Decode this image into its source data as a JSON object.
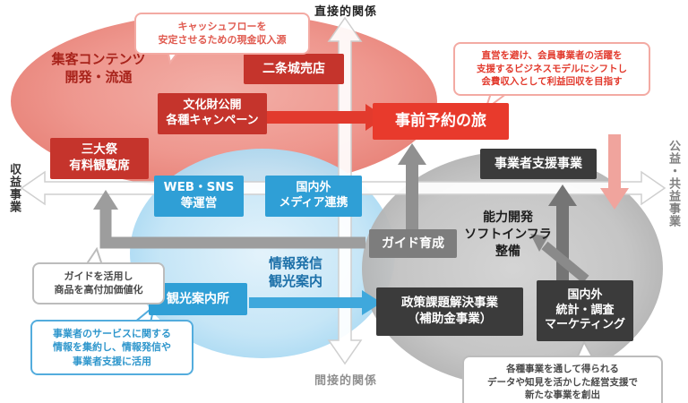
{
  "axis": {
    "top": "直接的関係",
    "bottom": "間接的関係",
    "left": "収益事業",
    "right": "公益・共益事業"
  },
  "zones": {
    "attract_label": "集客コンテンツ\n開発・流通",
    "info_label": "情報発信\n観光案内",
    "capability_label": "能力開発\nソフトインフラ\n整備"
  },
  "boxes": {
    "nijo_shop": "二条城売店",
    "cultural_campaign": "文化財公開\n各種キャンペーン",
    "three_festivals": "三大祭\n有料観覧席",
    "prebooked_travel": "事前予約の旅",
    "web_sns": "WEB・SNS\n等運営",
    "media": "国内外\nメディア連携",
    "tourist_info": "観光案内所",
    "operator_support": "事業者支援事業",
    "guide_training": "ガイド育成",
    "policy_projects": "政策課題解決事業\n（補助金事業）",
    "statistics": "国内外\n統計・調査\nマーケティング"
  },
  "callouts": {
    "cashflow": "キャッシュフローを\n安定させるための現金収入源",
    "business_model": "直営を避け、会員事業者の活躍を\n支援するビジネスモデルにシフトし\n会費収入として利益回収を目指す",
    "guide_value": "ガイドを活用し\n商品を高付加価値化",
    "service_data": "事業者のサービスに関する\n情報を集約し、情報発信や\n事業者支援に活用",
    "management_support": "各種事業を通して得られる\nデータや知見を活かした経営支援で\n新たな事業を創出"
  },
  "colors": {
    "red_box": "#c5342c",
    "bright_red_box": "#e83a2c",
    "blue_box": "#2f9fd6",
    "dark_box": "#3b3b3b",
    "gray_box": "#7d7d7d",
    "red_zone": "#e4766b",
    "blue_zone": "#92cfef",
    "gray_zone": "#a2a2a2",
    "pink_arrow": "#f0a49d",
    "blue_arrow": "#3fa8dc"
  }
}
